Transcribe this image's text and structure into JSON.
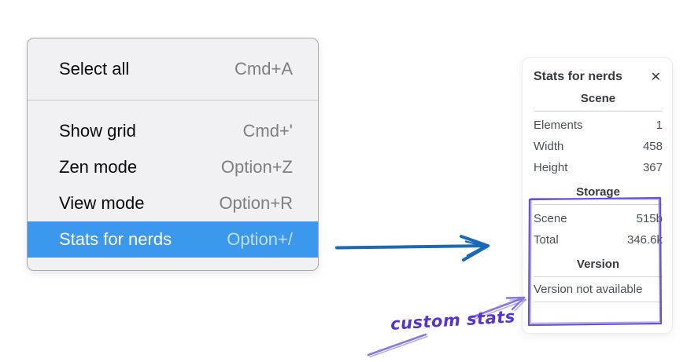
{
  "context_menu": {
    "items_top": [
      {
        "label": "Select all",
        "shortcut": "Cmd+A"
      }
    ],
    "items_bottom": [
      {
        "label": "Show grid",
        "shortcut": "Cmd+'"
      },
      {
        "label": "Zen mode",
        "shortcut": "Option+Z"
      },
      {
        "label": "View mode",
        "shortcut": "Option+R"
      },
      {
        "label": "Stats for nerds",
        "shortcut": "Option+/"
      }
    ],
    "selected_item": "Stats for nerds"
  },
  "stats_panel": {
    "title": "Stats for nerds",
    "close_icon": "✕",
    "sections": {
      "scene": {
        "title": "Scene",
        "rows": [
          {
            "label": "Elements",
            "value": "1"
          },
          {
            "label": "Width",
            "value": "458"
          },
          {
            "label": "Height",
            "value": "367"
          }
        ]
      },
      "storage": {
        "title": "Storage",
        "rows": [
          {
            "label": "Scene",
            "value": "515b"
          },
          {
            "label": "Total",
            "value": "346.6k"
          }
        ]
      },
      "version": {
        "title": "Version",
        "note": "Version not available"
      }
    }
  },
  "annotation": {
    "label": "custom stats"
  },
  "colors": {
    "menu_highlight": "#3b98ec",
    "menu_background": "#f1f1f3",
    "connector_arrow_blue": "#1a68b8",
    "annotation_violet": "#5433cf",
    "highlight_box_violet": "#6a50d4",
    "annotation_arrow_violet": "#8877e2"
  }
}
